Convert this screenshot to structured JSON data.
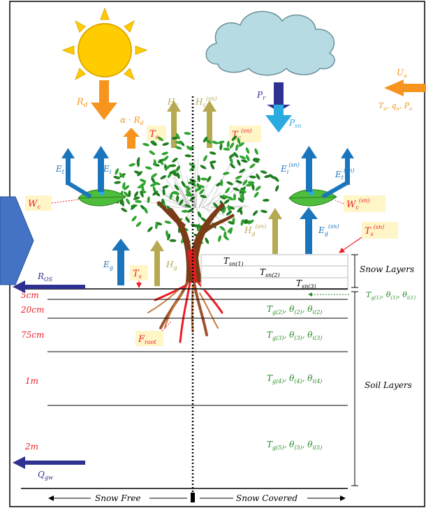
{
  "colors": {
    "orange": "#f7941d",
    "blue_dark": "#2e3192",
    "blue_light": "#29abe2",
    "teal": "#1b75bc",
    "olive": "#b5a951",
    "red": "#ed1c24",
    "green": "#2b8c2b",
    "black": "#000000",
    "label_fill": "#fff6c8",
    "cloud": "#b7dbe3",
    "sun": "#ffcc00",
    "pentagon": "#4472c4"
  },
  "radiation": {
    "Rd": "R",
    "Rd_sub": "d",
    "albedo_Rd": "α · R",
    "albedo_Rd_sub": "d",
    "Ua": "U",
    "Ua_sub": "a",
    "Ta_qa_Pa": "T",
    "Ta_sub": "a",
    "qa": ", q",
    "qa_sub": "a",
    "Pa": ", P",
    "Pa_sub": "a"
  },
  "precip": {
    "Pr": "P",
    "Pr_sub": "r",
    "Psn": "P",
    "Psn_sub": "sn"
  },
  "heat": {
    "Hc": "H",
    "Hc_sub": "c",
    "Hc_sn": "H",
    "Hc_sn_sub": "c",
    "Hc_sn_sup": "(sn)",
    "Tc": "T",
    "Tc_sub": "c",
    "Tc_sn": "T",
    "Tc_sn_sub": "c",
    "Tc_sn_sup": "(sn)",
    "Hg": "H",
    "Hg_sub": "g",
    "Hg_sn": "H",
    "Hg_sn_sub": "g",
    "Hg_sn_sup": "(sn)"
  },
  "evap": {
    "Et": "E",
    "Et_sub": "t",
    "Ei": "E",
    "Ei_sub": "i",
    "Ei_sn": "E",
    "Ei_sn_sub": "i",
    "Ei_sn_sup": "(sn)",
    "Et_sn": "E",
    "Et_sn_sub": "t",
    "Et_sn_sup": "(sn)",
    "Eg": "E",
    "Eg_sub": "g",
    "Eg_sn": "E",
    "Eg_sn_sub": "g",
    "Eg_sn_sup": "(sn)"
  },
  "water": {
    "Wc": "W",
    "Wc_sub": "c",
    "Wc_sn": "W",
    "Wc_sn_sub": "c",
    "Wc_sn_sup": "(sn)"
  },
  "surface": {
    "Ts": "T",
    "Ts_sub": "s",
    "Ts_sn": "T",
    "Ts_sn_sub": "s",
    "Ts_sn_sup": "(sn)",
    "Froot": "F",
    "Froot_sub": "root",
    "Ros": "R",
    "Ros_sub": "OS",
    "Qgw": "Q",
    "Qgw_sub": "gw"
  },
  "snow": {
    "layers_label": "Snow Layers",
    "Tsn1": "T",
    "Tsn1_sub": "sn(1)",
    "Tsn2": "T",
    "Tsn2_sub": "sn(2)",
    "Tsn3": "T",
    "Tsn3_sub": "sn(3)"
  },
  "soil": {
    "layers_label": "Soil Layers",
    "depths": [
      "5cm",
      "20cm",
      "75cm",
      "1m",
      "2m"
    ],
    "layers": [
      {
        "T": "T",
        "sub": "g(1)",
        "theta": ", θ",
        "theta_sub": "(1)",
        "thetai": ", θ",
        "thetai_sub": "i(1)"
      },
      {
        "T": "T",
        "sub": "g(2)",
        "theta": ", θ",
        "theta_sub": "(2)",
        "thetai": ", θ",
        "thetai_sub": "i(2)"
      },
      {
        "T": "T",
        "sub": "g(3)",
        "theta": ", θ",
        "theta_sub": "(3)",
        "thetai": ", θ",
        "thetai_sub": "i(3)"
      },
      {
        "T": "T",
        "sub": "g(4)",
        "theta": ", θ",
        "theta_sub": "(4)",
        "thetai": ", θ",
        "thetai_sub": "i(4)"
      },
      {
        "T": "T",
        "sub": "g(5)",
        "theta": ", θ",
        "theta_sub": "(5)",
        "thetai": ", θ",
        "thetai_sub": "i(5)"
      }
    ]
  },
  "bottom": {
    "snow_free": "Snow Free",
    "snow_covered": "Snow Covered"
  }
}
